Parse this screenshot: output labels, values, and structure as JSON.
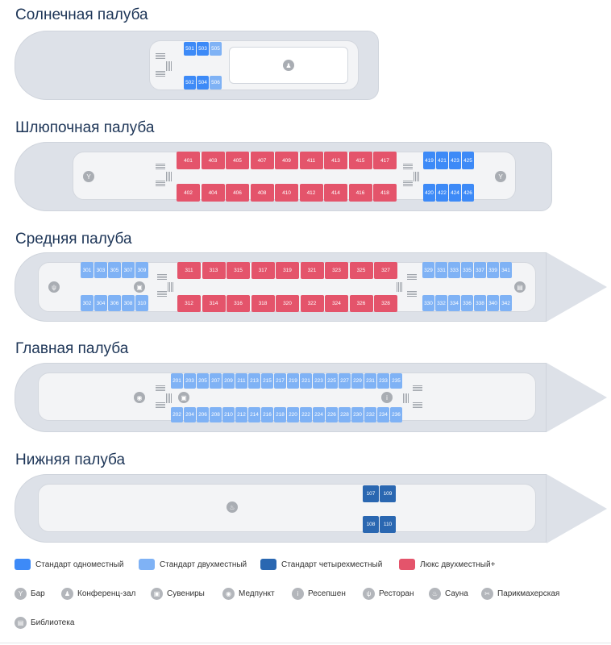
{
  "colors": {
    "single": "#3d8af7",
    "double": "#7fb2f5",
    "quad": "#2a67b1",
    "lux": "#e4546b"
  },
  "decks": [
    {
      "title": "Солнечная палуба",
      "rows": [
        [
          [
            "501",
            "single"
          ],
          [
            "503",
            "single"
          ],
          [
            "505",
            "double"
          ]
        ],
        [
          [
            "502",
            "single"
          ],
          [
            "504",
            "single"
          ],
          [
            "506",
            "double"
          ]
        ]
      ],
      "amenities": [
        "conference-icon"
      ]
    },
    {
      "title": "Шлюпочная палуба",
      "rows": [
        [
          [
            "401",
            "lux"
          ],
          [
            "403",
            "lux"
          ],
          [
            "405",
            "lux"
          ],
          [
            "407",
            "lux"
          ],
          [
            "409",
            "lux"
          ],
          [
            "411",
            "lux"
          ],
          [
            "413",
            "lux"
          ],
          [
            "415",
            "lux"
          ],
          [
            "417",
            "lux"
          ]
        ],
        [
          [
            "402",
            "lux"
          ],
          [
            "404",
            "lux"
          ],
          [
            "406",
            "lux"
          ],
          [
            "408",
            "lux"
          ],
          [
            "410",
            "lux"
          ],
          [
            "412",
            "lux"
          ],
          [
            "414",
            "lux"
          ],
          [
            "416",
            "lux"
          ],
          [
            "418",
            "lux"
          ]
        ],
        [
          [
            "419",
            "single"
          ],
          [
            "421",
            "single"
          ],
          [
            "423",
            "single"
          ],
          [
            "425",
            "single"
          ]
        ],
        [
          [
            "420",
            "single"
          ],
          [
            "422",
            "single"
          ],
          [
            "424",
            "single"
          ],
          [
            "426",
            "single"
          ]
        ]
      ],
      "amenities": [
        "bar-icon",
        "bar-icon"
      ]
    },
    {
      "title": "Средняя палуба",
      "rows": [
        [
          [
            "301",
            "double"
          ],
          [
            "303",
            "double"
          ],
          [
            "305",
            "double"
          ],
          [
            "307",
            "double"
          ],
          [
            "309",
            "double"
          ]
        ],
        [
          [
            "302",
            "double"
          ],
          [
            "304",
            "double"
          ],
          [
            "306",
            "double"
          ],
          [
            "308",
            "double"
          ],
          [
            "310",
            "double"
          ]
        ],
        [
          [
            "311",
            "lux"
          ],
          [
            "313",
            "lux"
          ],
          [
            "315",
            "lux"
          ],
          [
            "317",
            "lux"
          ],
          [
            "319",
            "lux"
          ],
          [
            "321",
            "lux"
          ],
          [
            "323",
            "lux"
          ],
          [
            "325",
            "lux"
          ],
          [
            "327",
            "lux"
          ]
        ],
        [
          [
            "312",
            "lux"
          ],
          [
            "314",
            "lux"
          ],
          [
            "316",
            "lux"
          ],
          [
            "318",
            "lux"
          ],
          [
            "320",
            "lux"
          ],
          [
            "322",
            "lux"
          ],
          [
            "324",
            "lux"
          ],
          [
            "326",
            "lux"
          ],
          [
            "328",
            "lux"
          ]
        ],
        [
          [
            "329",
            "double"
          ],
          [
            "331",
            "double"
          ],
          [
            "333",
            "double"
          ],
          [
            "335",
            "double"
          ],
          [
            "337",
            "double"
          ],
          [
            "339",
            "double"
          ],
          [
            "341",
            "double"
          ]
        ],
        [
          [
            "330",
            "double"
          ],
          [
            "332",
            "double"
          ],
          [
            "334",
            "double"
          ],
          [
            "336",
            "double"
          ],
          [
            "338",
            "double"
          ],
          [
            "340",
            "double"
          ],
          [
            "342",
            "double"
          ]
        ]
      ],
      "amenities": [
        "restaurant-icon",
        "souvenirs-icon",
        "library-icon"
      ]
    },
    {
      "title": "Главная палуба",
      "rows": [
        [
          [
            "201",
            "double"
          ],
          [
            "203",
            "double"
          ],
          [
            "205",
            "double"
          ],
          [
            "207",
            "double"
          ],
          [
            "209",
            "double"
          ],
          [
            "211",
            "double"
          ],
          [
            "213",
            "double"
          ],
          [
            "215",
            "double"
          ],
          [
            "217",
            "double"
          ],
          [
            "219",
            "double"
          ],
          [
            "221",
            "double"
          ],
          [
            "223",
            "double"
          ],
          [
            "225",
            "double"
          ],
          [
            "227",
            "double"
          ],
          [
            "229",
            "double"
          ],
          [
            "231",
            "double"
          ],
          [
            "233",
            "double"
          ],
          [
            "235",
            "double"
          ]
        ],
        [
          [
            "202",
            "double"
          ],
          [
            "204",
            "double"
          ],
          [
            "206",
            "double"
          ],
          [
            "208",
            "double"
          ],
          [
            "210",
            "double"
          ],
          [
            "212",
            "double"
          ],
          [
            "214",
            "double"
          ],
          [
            "216",
            "double"
          ],
          [
            "218",
            "double"
          ],
          [
            "220",
            "double"
          ],
          [
            "222",
            "double"
          ],
          [
            "224",
            "double"
          ],
          [
            "226",
            "double"
          ],
          [
            "228",
            "double"
          ],
          [
            "230",
            "double"
          ],
          [
            "232",
            "double"
          ],
          [
            "234",
            "double"
          ],
          [
            "236",
            "double"
          ]
        ]
      ],
      "amenities": [
        "medical-icon",
        "souvenirs-icon",
        "reception-icon"
      ]
    },
    {
      "title": "Нижняя палуба",
      "rows": [
        [
          [
            "107",
            "quad"
          ],
          [
            "109",
            "quad"
          ]
        ],
        [
          [
            "108",
            "quad"
          ],
          [
            "110",
            "quad"
          ]
        ]
      ],
      "amenities": [
        "sauna-icon"
      ]
    }
  ],
  "legend": {
    "cabins": [
      [
        "Стандарт одноместный",
        "single"
      ],
      [
        "Стандарт двухместный",
        "double"
      ],
      [
        "Стандарт четырехместный",
        "quad"
      ],
      [
        "Люкс двухместный+",
        "lux"
      ]
    ],
    "amenities": [
      [
        "Бар",
        "bar-icon",
        "Y"
      ],
      [
        "Конференц-зал",
        "conference-icon",
        "♟"
      ],
      [
        "Сувениры",
        "souvenirs-icon",
        "▣"
      ],
      [
        "Медпункт",
        "medical-icon",
        "◉"
      ],
      [
        "Ресепшен",
        "reception-icon",
        "i"
      ],
      [
        "Ресторан",
        "restaurant-icon",
        "ψ"
      ],
      [
        "Сауна",
        "sauna-icon",
        "♨"
      ],
      [
        "Парикмахерская",
        "barber-icon",
        "✂"
      ],
      [
        "Библиотека",
        "library-icon",
        "▤"
      ]
    ]
  }
}
